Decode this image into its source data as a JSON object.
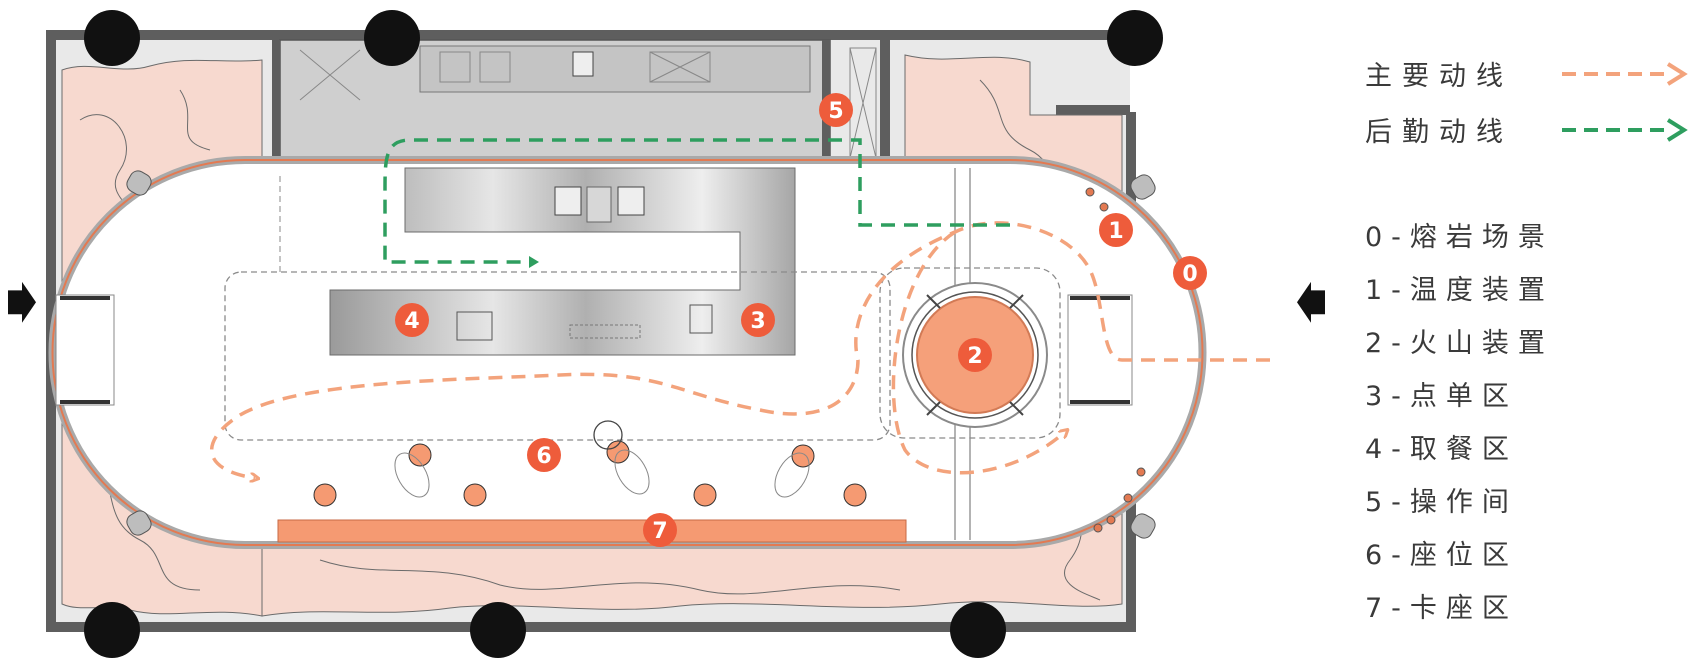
{
  "colors": {
    "main_route": "#f3a37c",
    "logistics_route": "#2e9e5f",
    "badge": "#ee5c3b",
    "lava_area": "#f7d9cf",
    "wall": "#5e5e5e",
    "kitchen": "#cfcfcf",
    "volcano": "#f5a07a",
    "booth": "#f59a72",
    "column": "#111111"
  },
  "legend": {
    "main_route_label": "主要动线",
    "logistics_route_label": "后勤动线"
  },
  "keys": [
    {
      "num": "0",
      "label": "0-熔岩场景"
    },
    {
      "num": "1",
      "label": "1-温度装置"
    },
    {
      "num": "2",
      "label": "2-火山装置"
    },
    {
      "num": "3",
      "label": "3-点单区"
    },
    {
      "num": "4",
      "label": "4-取餐区"
    },
    {
      "num": "5",
      "label": "5-操作间"
    },
    {
      "num": "6",
      "label": "6-座位区"
    },
    {
      "num": "7",
      "label": "7-卡座区"
    }
  ],
  "plan_badges": [
    "0",
    "1",
    "2",
    "3",
    "4",
    "5",
    "6",
    "7"
  ],
  "icons": {
    "entrance_left": "entrance-arrow-icon",
    "entrance_right": "entrance-arrow-icon",
    "column": "structural-column-icon"
  }
}
